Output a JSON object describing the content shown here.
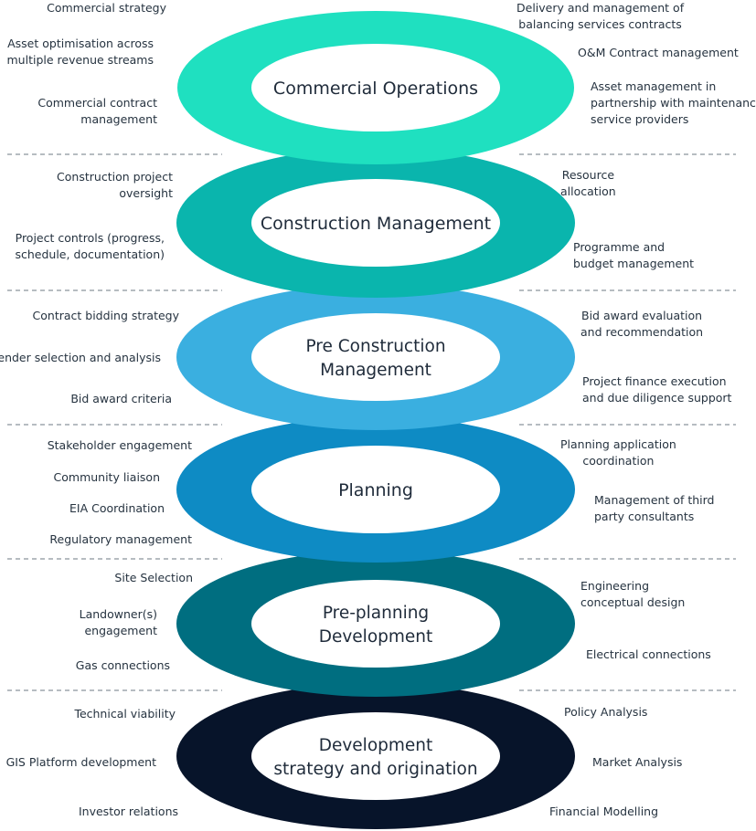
{
  "colors": {
    "ring_1": "#1fe0c0",
    "ring_2": "#0ab5ad",
    "ring_3": "#3aafe0",
    "ring_4": "#0e8bc4",
    "ring_5": "#006e80",
    "ring_6": "#07142a",
    "inner": "#ffffff",
    "separator": "#8a939c",
    "text": "#263340"
  },
  "layers": [
    {
      "title": "Commercial Operations",
      "left": [
        "Commercial strategy",
        "Asset optimisation across|multiple revenue streams",
        "Commercial contract|management"
      ],
      "right": [
        "Delivery and management of|balancing services contracts",
        "O&M Contract management",
        "Asset management  in|partnership with maintenance|service providers"
      ]
    },
    {
      "title": "Construction Management",
      "left": [
        "Construction project|oversight",
        "Project controls (progress,|schedule, documentation)"
      ],
      "right": [
        "Resource|allocation",
        "Programme and|budget management"
      ]
    },
    {
      "title": "Pre Construction|Management",
      "left": [
        "Contract bidding strategy",
        "Tender selection and analysis",
        "Bid award criteria"
      ],
      "right": [
        "Bid award  evaluation|and recommendation",
        "Project finance execution|and due diligence support"
      ]
    },
    {
      "title": "Planning",
      "left": [
        "Stakeholder engagement",
        "Community liaison",
        "EIA Coordination",
        "Regulatory management"
      ],
      "right": [
        "Planning application|coordination",
        "Management of third|party consultants"
      ]
    },
    {
      "title": "Pre-planning|Development",
      "left": [
        "Site Selection",
        "Landowner(s)|engagement",
        "Gas connections"
      ],
      "right": [
        "Engineering|conceptual design",
        "Electrical connections"
      ]
    },
    {
      "title": "Development|strategy and origination",
      "left": [
        "Technical viability",
        "GIS Platform development",
        "Investor relations"
      ],
      "right": [
        "Policy Analysis",
        "Market Analysis",
        "Financial Modelling"
      ]
    }
  ]
}
